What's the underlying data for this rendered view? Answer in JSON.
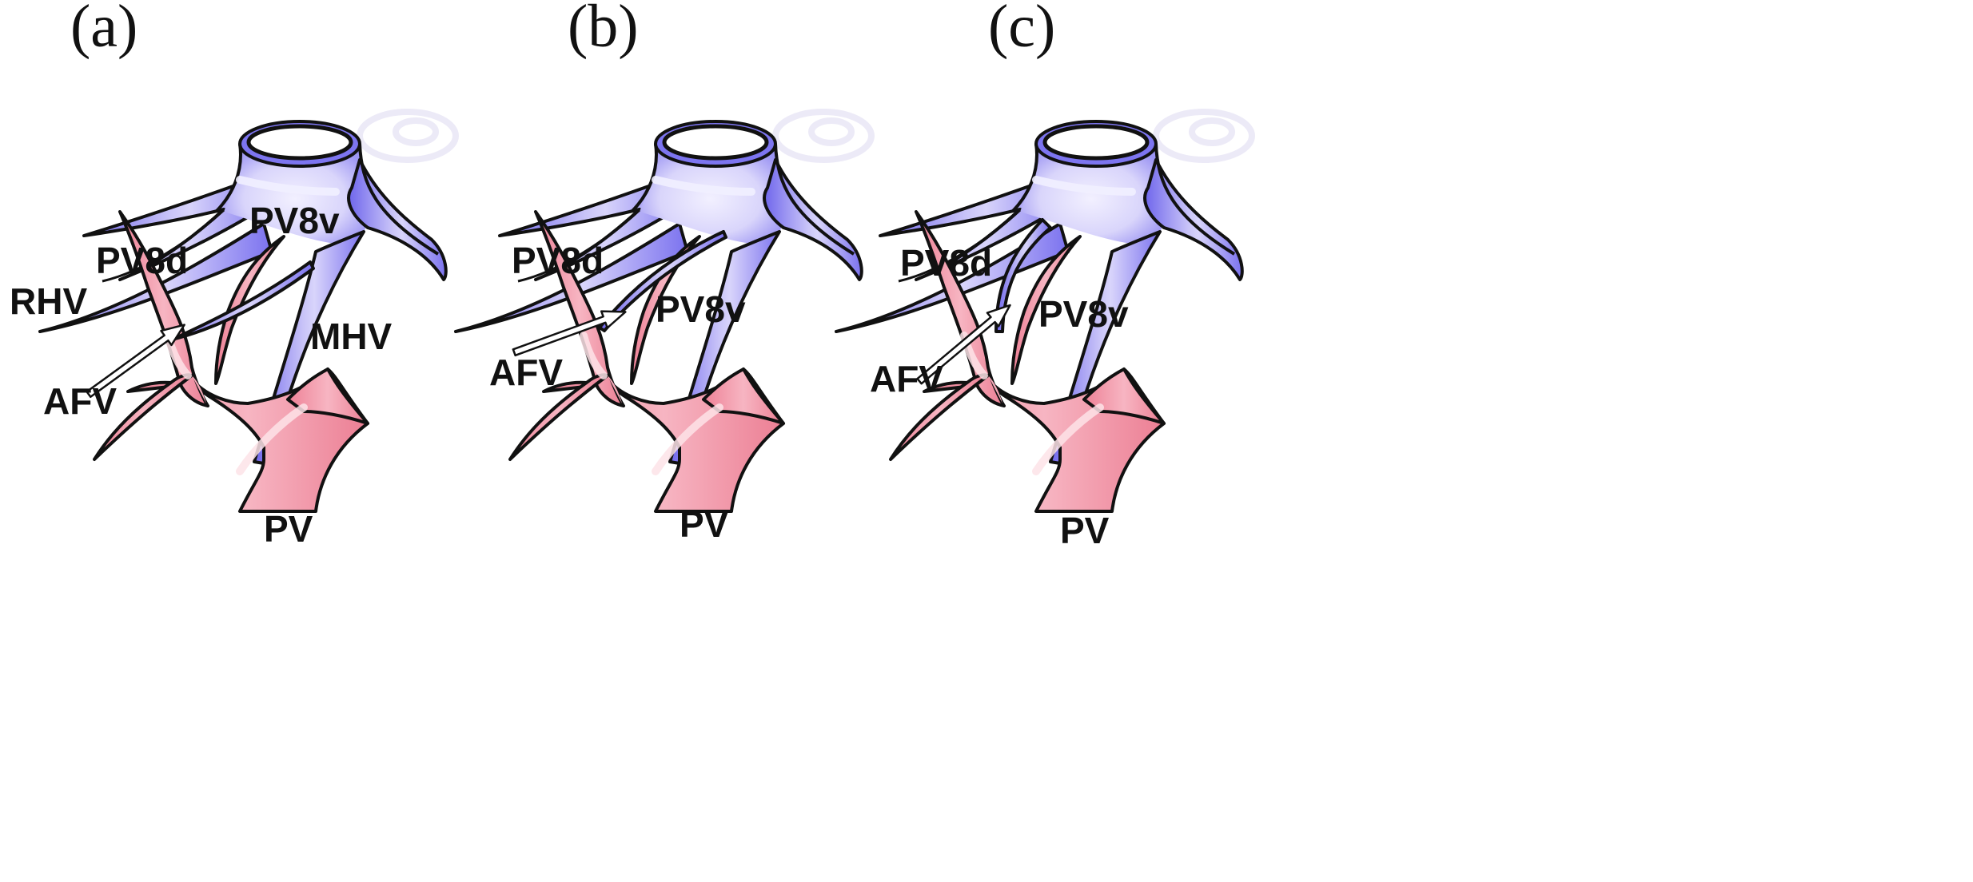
{
  "figure": {
    "panels": [
      {
        "id": "a",
        "label": "(a)",
        "labels": {
          "pv8v": "PV8v",
          "pv8d": "PV8d",
          "rhv": "RHV",
          "mhv": "MHV",
          "afv": "AFV",
          "pv": "PV"
        }
      },
      {
        "id": "b",
        "label": "(b)",
        "labels": {
          "pv8d": "PV8d",
          "pv8v": "PV8v",
          "afv": "AFV",
          "pv": "PV"
        }
      },
      {
        "id": "c",
        "label": "(c)",
        "labels": {
          "pv8d": "PV8d",
          "pv8v": "PV8v",
          "afv": "AFV",
          "pv": "PV"
        }
      }
    ],
    "colors": {
      "hepatic_vein": "#7d75f0",
      "hepatic_vein_light": "#d9d5fb",
      "portal_vein": "#ef8fa1",
      "portal_vein_light": "#fbd3dc",
      "outline": "#111111"
    },
    "icons": [
      "hollow-arrow-icon"
    ]
  }
}
